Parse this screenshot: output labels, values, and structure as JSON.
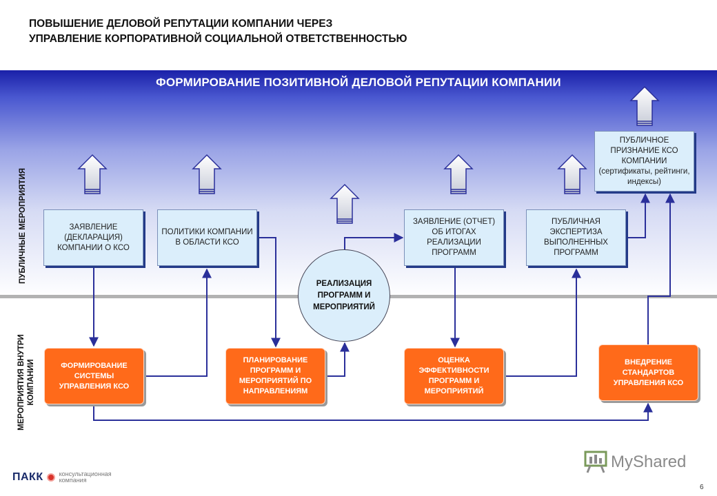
{
  "title": {
    "line1": "ПОВЫШЕНИЕ ДЕЛОВОЙ РЕПУТАЦИИ КОМПАНИИ ЧЕРЕЗ",
    "line2": "УПРАВЛЕНИЕ КОРПОРАТИВНОЙ СОЦИАЛЬНОЙ ОТВЕТСТВЕННОСТЬЮ"
  },
  "band_title": "ФОРМИРОВАНИЕ ПОЗИТИВНОЙ ДЕЛОВОЙ РЕПУТАЦИИ КОМПАНИИ",
  "side_labels": {
    "public": "ПУБЛИЧНЫЕ МЕРОПРИЯТИЯ",
    "internal": "МЕРОПРИЯТИЯ ВНУТРИ КОМПАНИИ"
  },
  "public_boxes": [
    "ЗАЯВЛЕНИЕ (ДЕКЛАРАЦИЯ) КОМПАНИИ О КСО",
    "ПОЛИТИКИ КОМПАНИИ В ОБЛАСТИ КСО",
    "ЗАЯВЛЕНИЕ (ОТЧЕТ) ОБ ИТОГАХ РЕАЛИЗАЦИИ ПРОГРАММ",
    "ПУБЛИЧНАЯ ЭКСПЕРТИЗА ВЫПОЛНЕННЫХ ПРОГРАММ",
    "ПУБЛИЧНОЕ ПРИЗНАНИЕ КСО КОМПАНИИ (сертификаты, рейтинги, индексы)"
  ],
  "center": "РЕАЛИЗАЦИЯ ПРОГРАММ И МЕРОПРИЯТИЙ",
  "internal_boxes": [
    "ФОРМИРОВАНИЕ СИСТЕМЫ УПРАВЛЕНИЯ КСО",
    "ПЛАНИРОВАНИЕ ПРОГРАММ И МЕРОПРИЯТИЙ ПО НАПРАВЛЕНИЯМ",
    "ОЦЕНКА ЭФФЕКТИВНОСТИ ПРОГРАММ И МЕРОПРИЯТИЙ",
    "ВНЕДРЕНИЕ СТАНДАРТОВ УПРАВЛЕНИЯ КСО"
  ],
  "footer": {
    "logo_left": "ПАКК",
    "logo_left_sub": "консультационная компания",
    "logo_right": "MyShared",
    "page": "6"
  },
  "colors": {
    "band_top": "#1a20a8",
    "box_blue": "#dbeefb",
    "box_orange": "#ff6a1a",
    "connector": "#2a2f9a"
  }
}
